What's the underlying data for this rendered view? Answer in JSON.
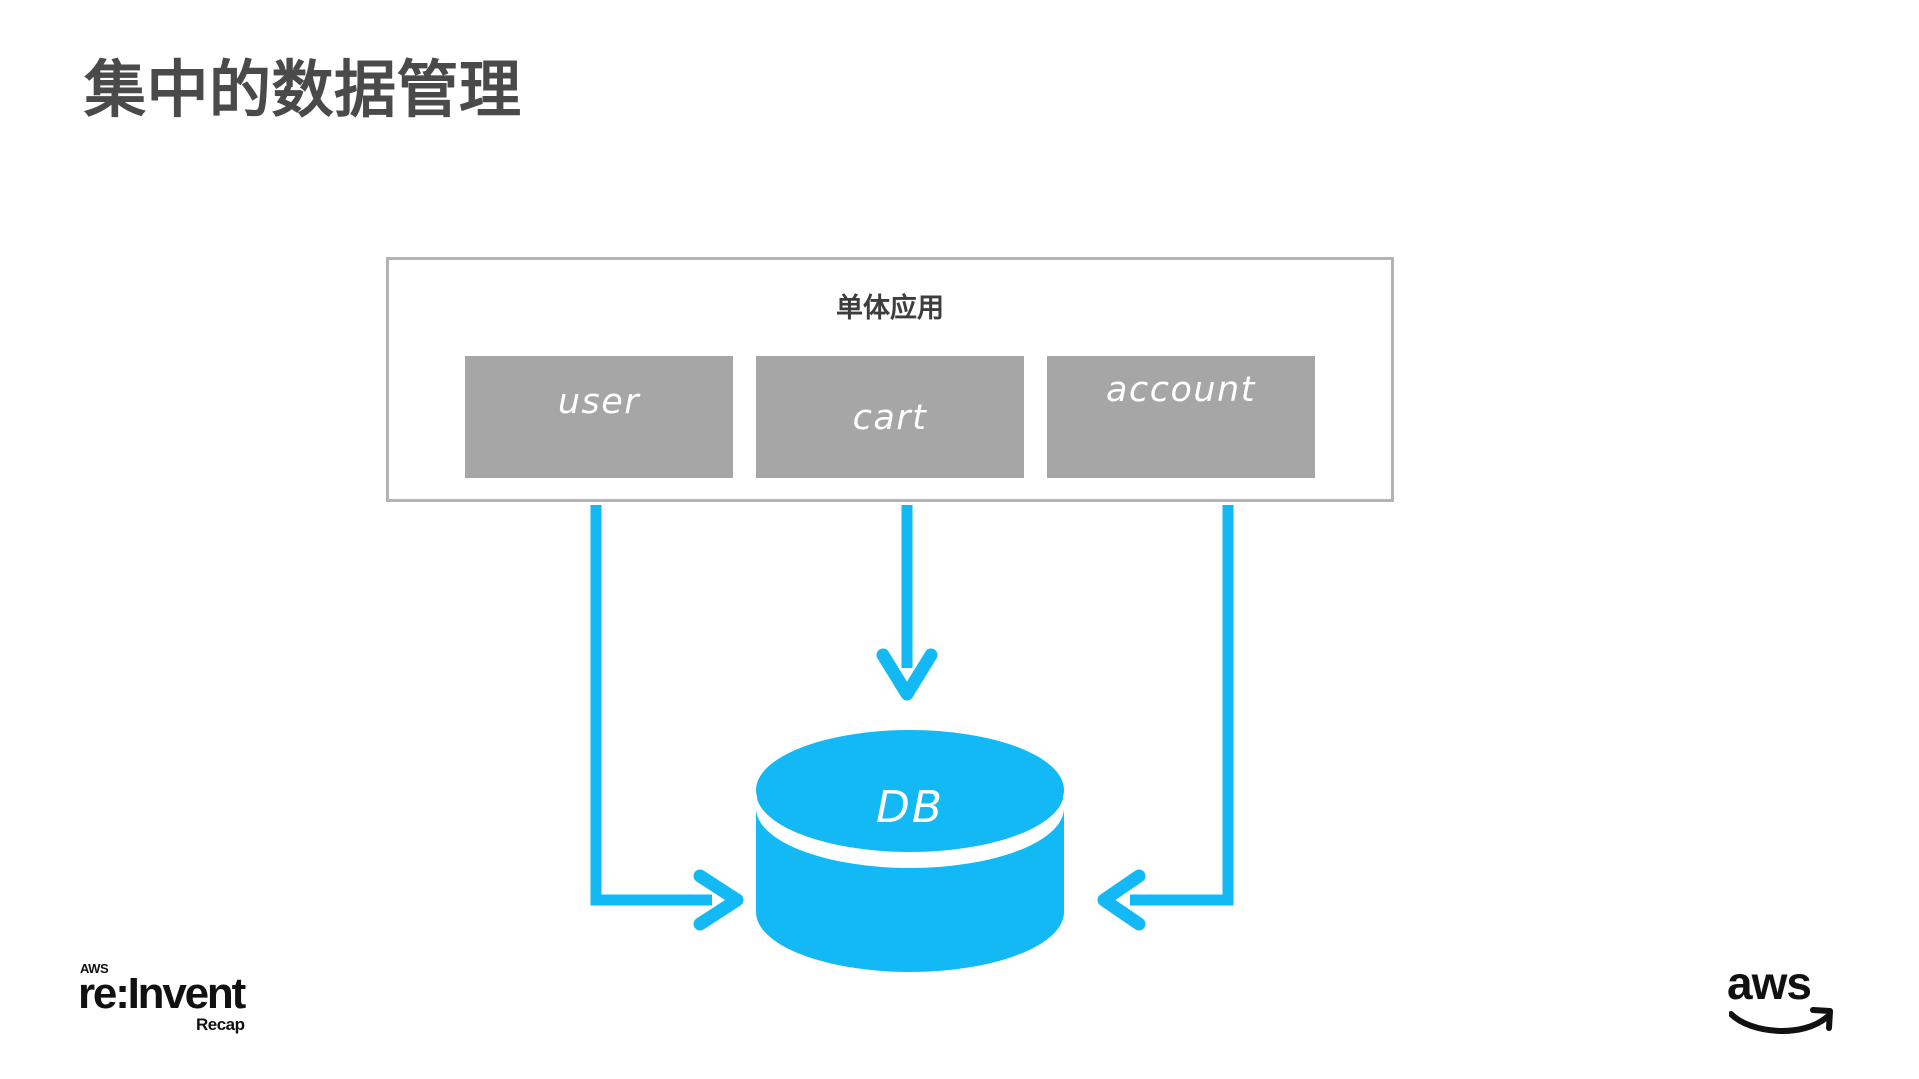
{
  "slide": {
    "title": "集中的数据管理",
    "background_color": "#ffffff",
    "title_color": "#4a4a4a"
  },
  "monolith": {
    "label": "单体应用",
    "border_color": "#b3b3b3",
    "module_color": "#a6a6a6",
    "module_text_color": "#ffffff",
    "modules": [
      {
        "label": "user"
      },
      {
        "label": "cart"
      },
      {
        "label": "account"
      }
    ]
  },
  "database": {
    "label": "DB",
    "color": "#12b9f5",
    "text_color": "#ffffff"
  },
  "arrows": {
    "color": "#12b9f5",
    "items": [
      {
        "name": "user-to-db",
        "direction": "down-then-right"
      },
      {
        "name": "cart-to-db",
        "direction": "down"
      },
      {
        "name": "account-to-db",
        "direction": "down-then-left"
      }
    ]
  },
  "branding": {
    "reinvent": {
      "aws": "AWS",
      "main": "re:Invent",
      "recap": "Recap"
    },
    "aws": {
      "wordmark": "aws"
    }
  }
}
